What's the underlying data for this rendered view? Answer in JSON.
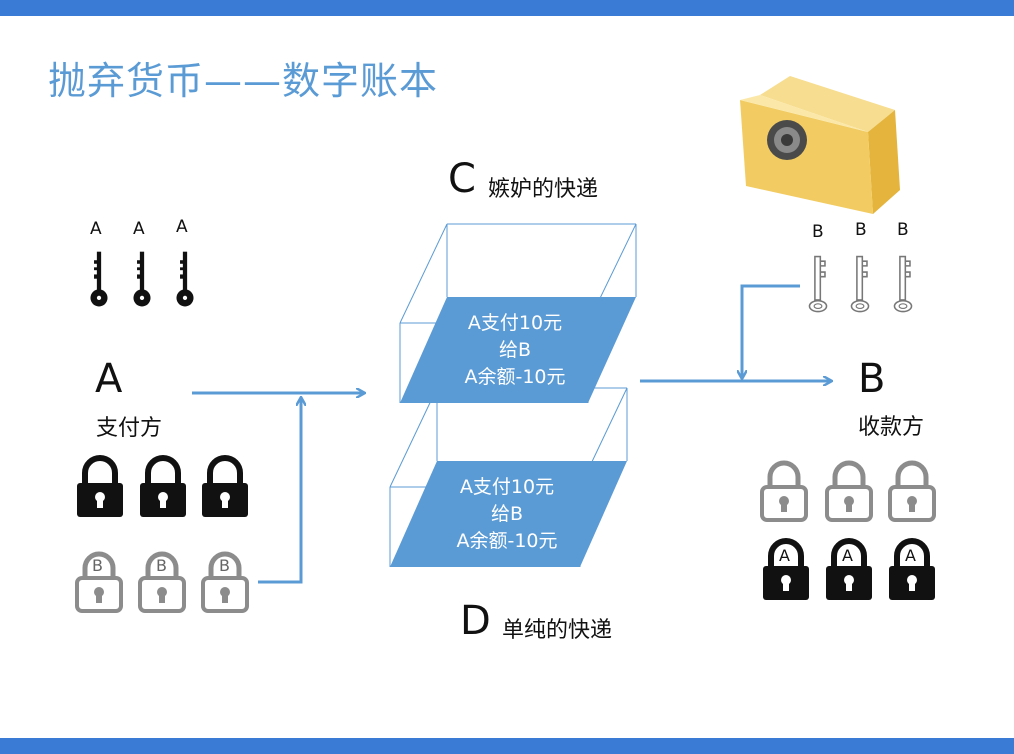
{
  "title": "抛弃货币——数字账本",
  "party_a": {
    "letter": "A",
    "role": "支付方"
  },
  "party_b": {
    "letter": "B",
    "role": "收款方"
  },
  "courier_c": {
    "letter": "C",
    "name": "嫉妒的快递"
  },
  "courier_d": {
    "letter": "D",
    "name": "单纯的快递"
  },
  "message": {
    "line1": "A支付10元",
    "line2": "给B",
    "line3": "A余额-10元"
  },
  "key_labels": {
    "a": "A",
    "b": "B"
  },
  "lock_labels": {
    "a": "A",
    "b": "B"
  },
  "icons": [
    "key-icon",
    "padlock-icon",
    "safe-icon",
    "arrow-icon"
  ],
  "colors": {
    "accent": "#5b9bd5",
    "box_fill": "#5b9bd5",
    "arrow": "#5b9bd5",
    "header_bar": "#3a7bd5"
  }
}
